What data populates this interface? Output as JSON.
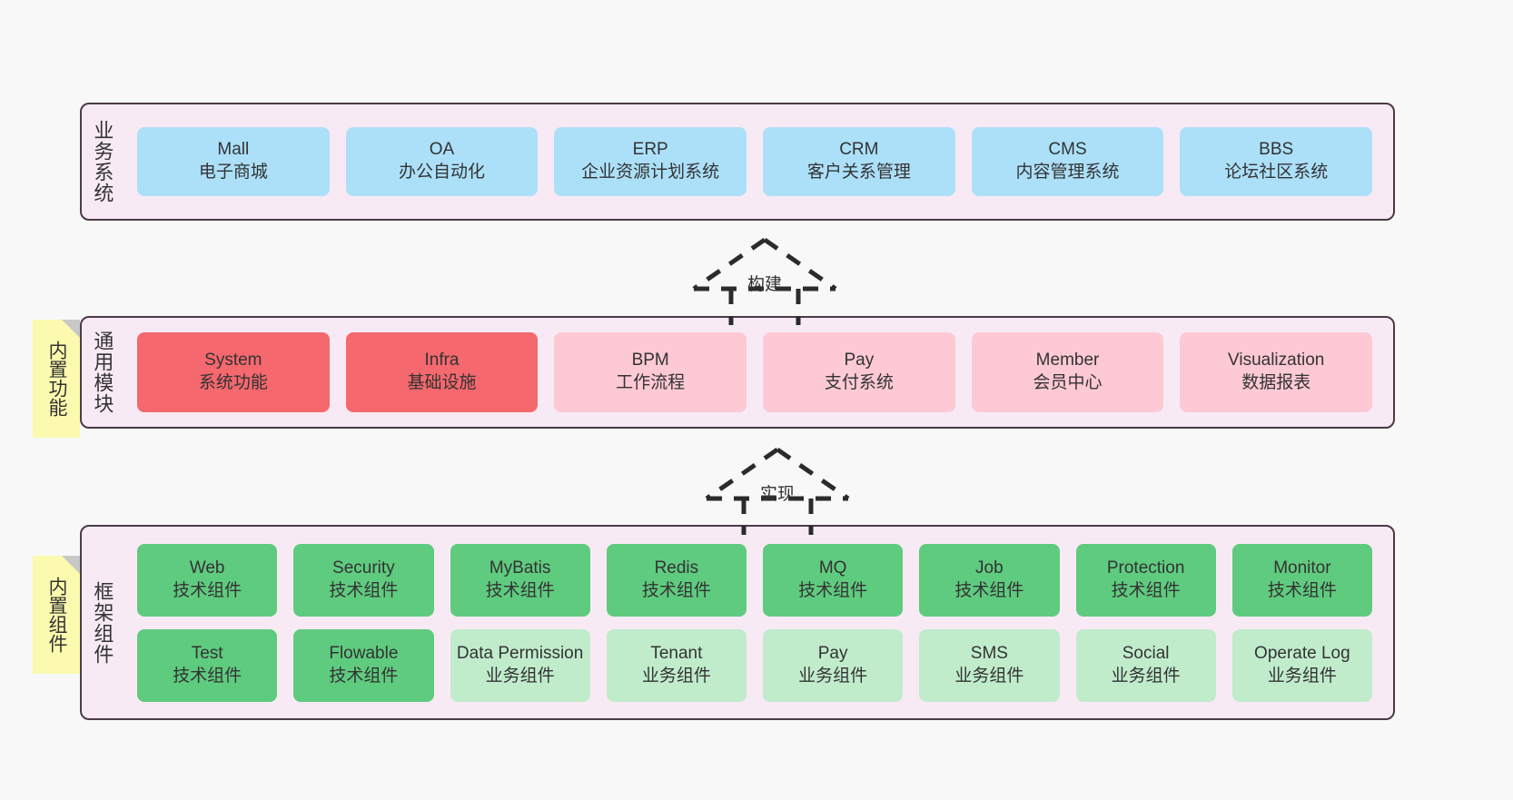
{
  "diagram": {
    "title_business": "业务系统",
    "title_common": "通用模块",
    "title_framework": "框架组件"
  },
  "notes": [
    {
      "name": "note-builtin-features",
      "label": "内置功能"
    },
    {
      "name": "note-builtin-components",
      "label": "内置组件"
    }
  ],
  "arrows": [
    {
      "name": "arrow-build",
      "label": "构建"
    },
    {
      "name": "arrow-implement",
      "label": "实现"
    }
  ],
  "business_systems": [
    {
      "code": "Mall",
      "desc": "电子商城"
    },
    {
      "code": "OA",
      "desc": "办公自动化"
    },
    {
      "code": "ERP",
      "desc": "企业资源计划系统"
    },
    {
      "code": "CRM",
      "desc": "客户关系管理"
    },
    {
      "code": "CMS",
      "desc": "内容管理系统"
    },
    {
      "code": "BBS",
      "desc": "论坛社区系统"
    }
  ],
  "common_modules": [
    {
      "code": "System",
      "desc": "系统功能",
      "tone": "red"
    },
    {
      "code": "Infra",
      "desc": "基础设施",
      "tone": "red"
    },
    {
      "code": "BPM",
      "desc": "工作流程",
      "tone": "pinklight"
    },
    {
      "code": "Pay",
      "desc": "支付系统",
      "tone": "pinklight"
    },
    {
      "code": "Member",
      "desc": "会员中心",
      "tone": "pinklight"
    },
    {
      "code": "Visualization",
      "desc": "数据报表",
      "tone": "pinklight"
    }
  ],
  "framework_row1": [
    {
      "code": "Web",
      "desc": "技术组件"
    },
    {
      "code": "Security",
      "desc": "技术组件"
    },
    {
      "code": "MyBatis",
      "desc": "技术组件"
    },
    {
      "code": "Redis",
      "desc": "技术组件"
    },
    {
      "code": "MQ",
      "desc": "技术组件"
    },
    {
      "code": "Job",
      "desc": "技术组件"
    },
    {
      "code": "Protection",
      "desc": "技术组件"
    },
    {
      "code": "Monitor",
      "desc": "技术组件"
    }
  ],
  "framework_row2": [
    {
      "code": "Test",
      "desc": "技术组件",
      "tone": "green"
    },
    {
      "code": "Flowable",
      "desc": "技术组件",
      "tone": "green"
    },
    {
      "code": "Data Permission",
      "desc": "业务组件",
      "tone": "greenpale"
    },
    {
      "code": "Tenant",
      "desc": "业务组件",
      "tone": "greenpale"
    },
    {
      "code": "Pay",
      "desc": "业务组件",
      "tone": "greenpale"
    },
    {
      "code": "SMS",
      "desc": "业务组件",
      "tone": "greenpale"
    },
    {
      "code": "Social",
      "desc": "业务组件",
      "tone": "greenpale"
    },
    {
      "code": "Operate Log",
      "desc": "业务组件",
      "tone": "greenpale"
    }
  ],
  "colors": {
    "panel_bg": "#f8eaf4",
    "panel_border": "#4a3b46",
    "blue": "#ace0f9",
    "red": "#f4686e",
    "pink_light": "#fcc9d4",
    "green": "#5fcb7f",
    "green_pale": "#c0eccc",
    "note_yellow": "#fbfaae",
    "canvas": "#f8f8f8"
  }
}
